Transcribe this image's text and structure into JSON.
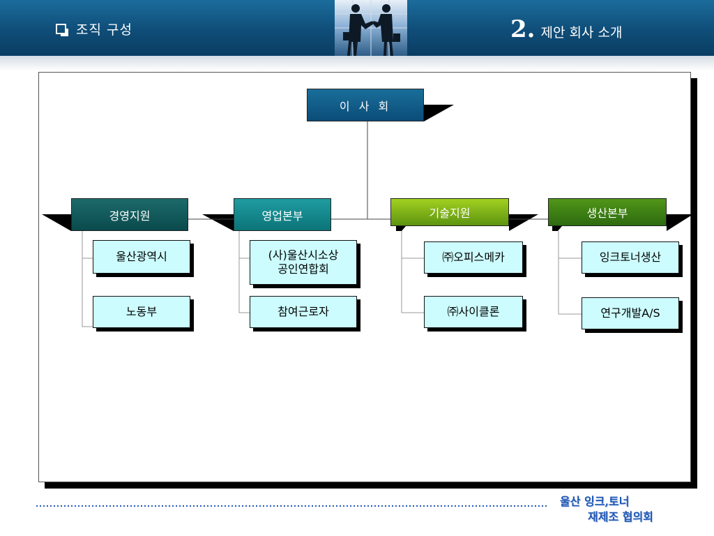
{
  "header": {
    "section_title": "조직 구성",
    "chapter_number": "2.",
    "chapter_title": "제안 회사 소개"
  },
  "org_chart": {
    "board": "이 사 회",
    "divisions": [
      {
        "label": "경영지원",
        "color": "#1d6a6a",
        "units": [
          "울산광역시",
          "노동부"
        ]
      },
      {
        "label": "영업본부",
        "color": "#1f9ca1",
        "units": [
          "(사)울산시소상\n공인연합회",
          "참여근로자"
        ]
      },
      {
        "label": "기술지원",
        "color": "#a3d020",
        "units": [
          "㈜오피스메카",
          "㈜사이클론"
        ]
      },
      {
        "label": "생산본부",
        "color": "#519618",
        "units": [
          "잉크토너생산",
          "연구개발A/S"
        ]
      }
    ]
  },
  "footer": {
    "line1": "울산 잉크,토너",
    "line2": "재제조 협의회",
    "color": "#1f57b5"
  },
  "colors": {
    "header": "#0f4d78",
    "unit_box": "#ccfcfe",
    "dotted_rule": "#1f57b5"
  }
}
